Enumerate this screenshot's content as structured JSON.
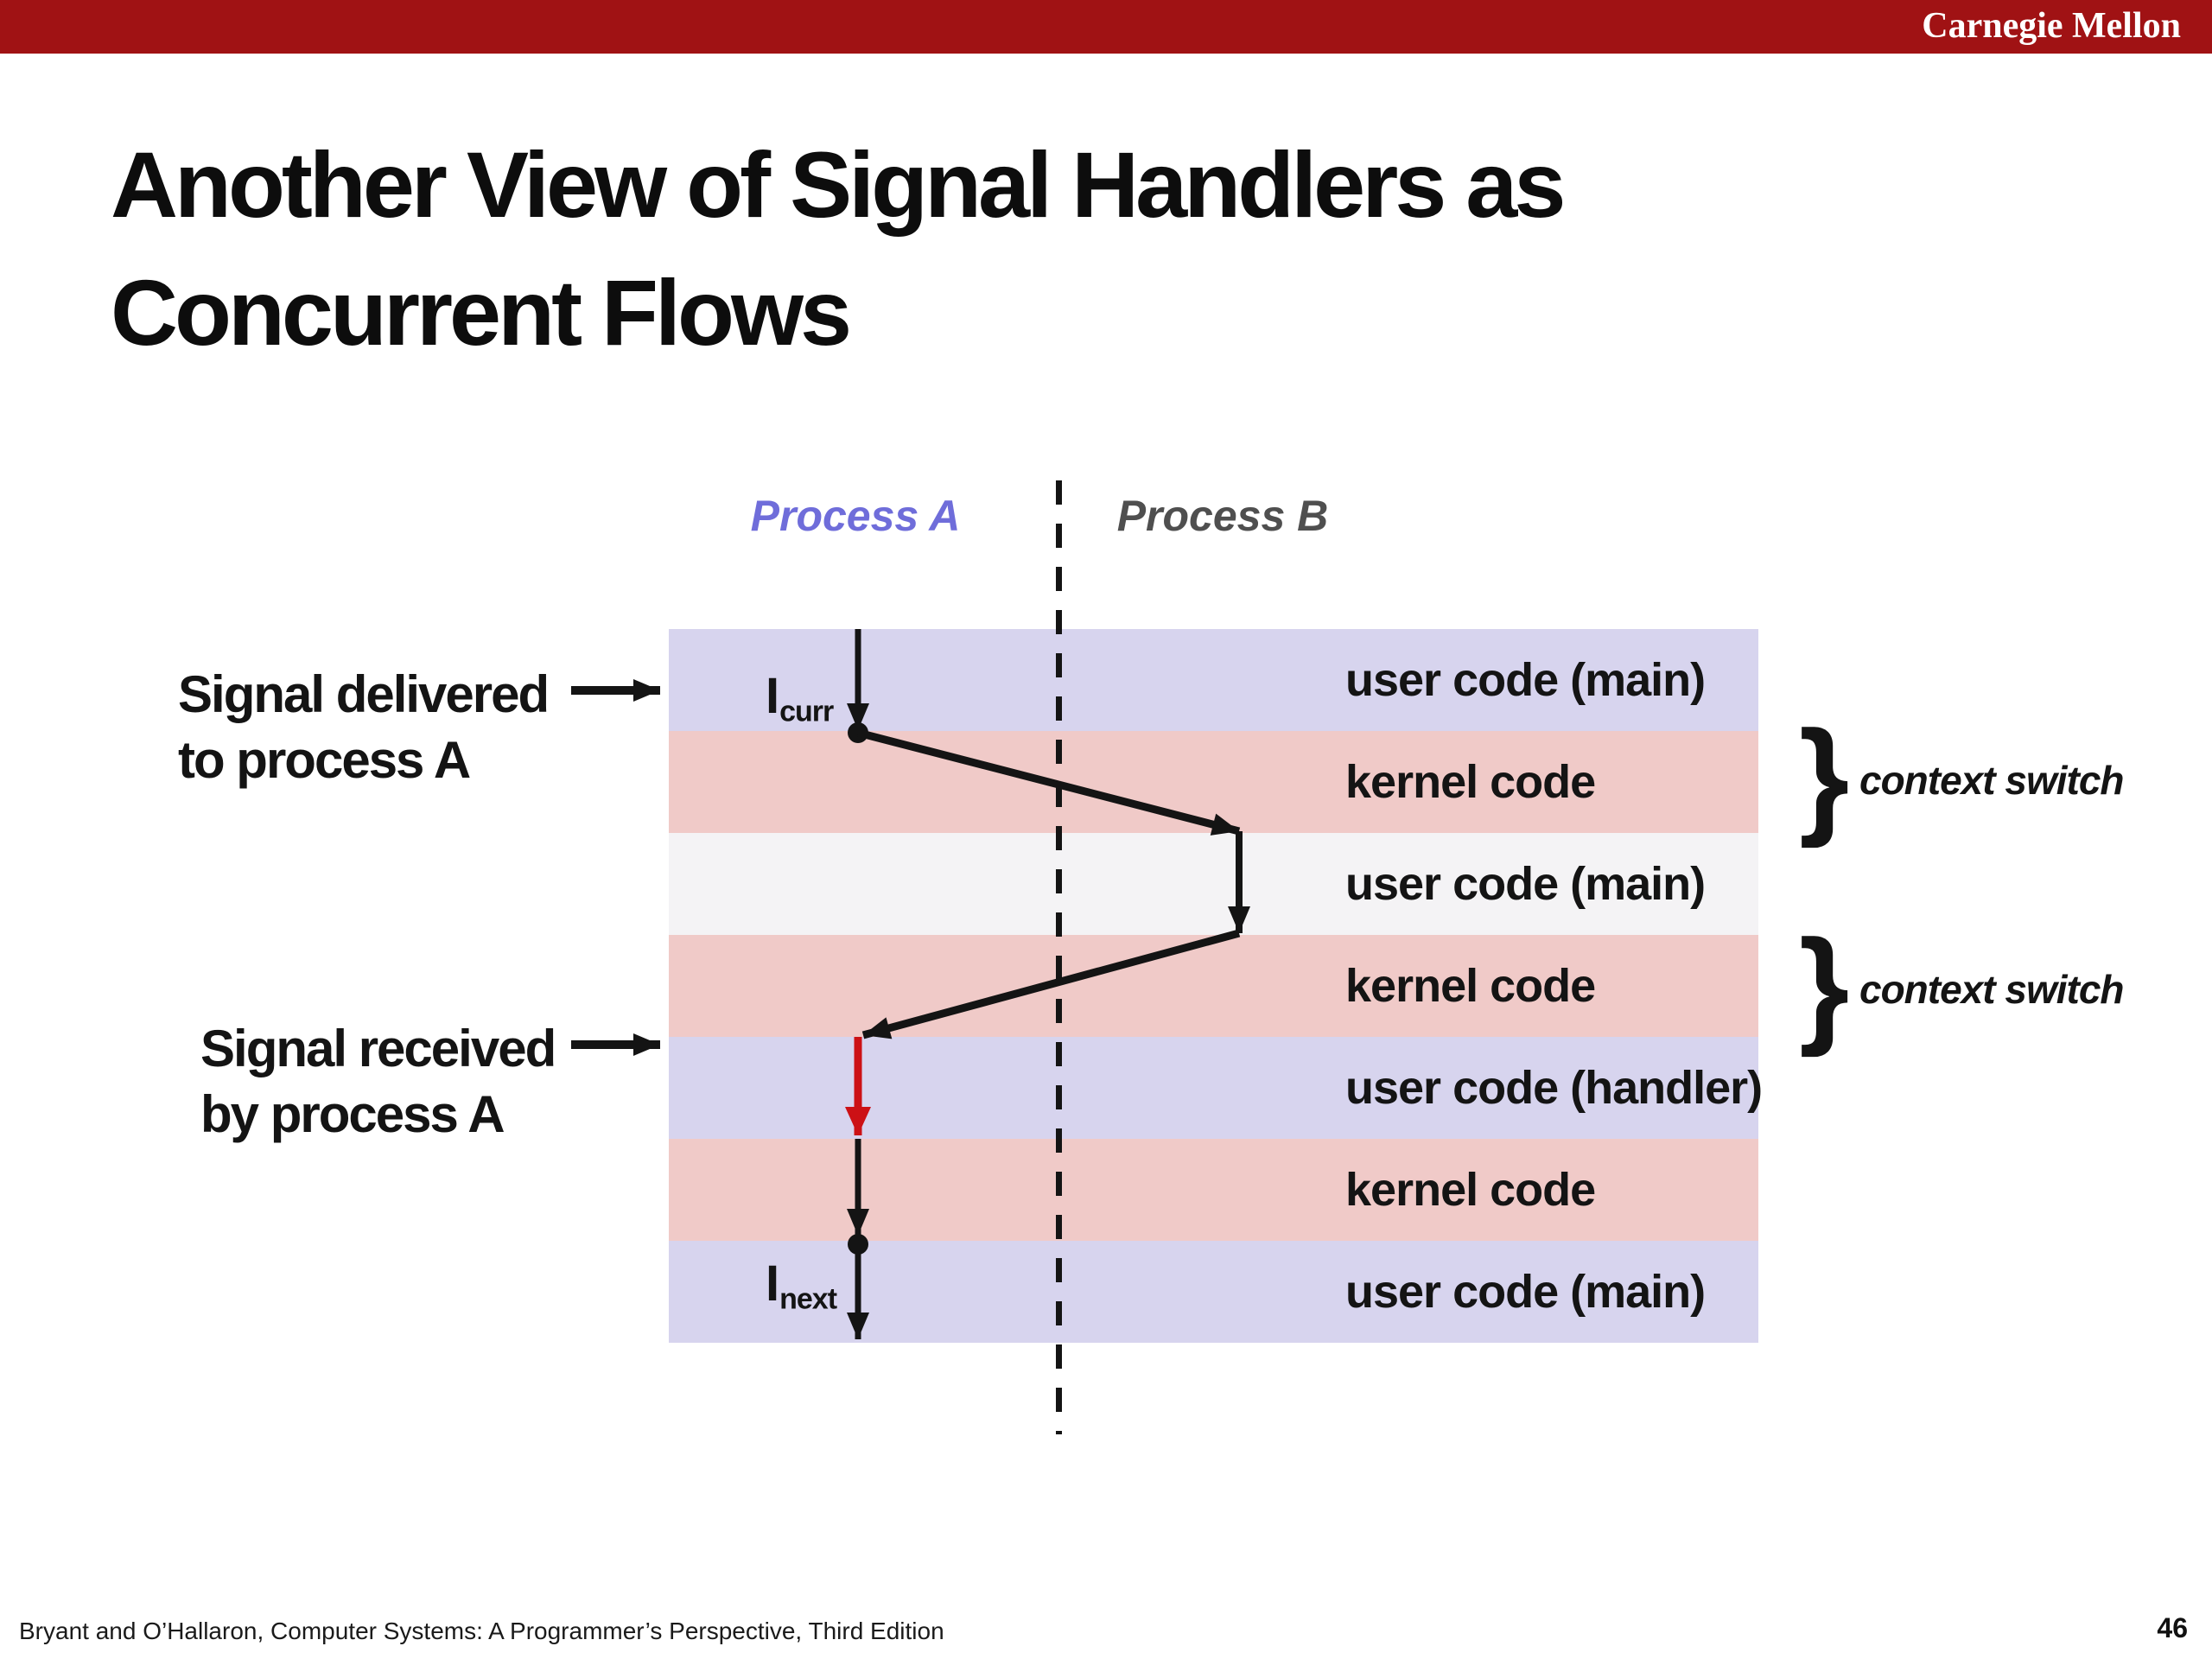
{
  "header": {
    "brand": "Carnegie Mellon"
  },
  "title": {
    "line1": "Another View of Signal Handlers as",
    "line2": "Concurrent Flows"
  },
  "diagram": {
    "process_a": "Process A",
    "process_b": "Process B",
    "bands": [
      {
        "label": "user code (main)",
        "type": "user"
      },
      {
        "label": "kernel code",
        "type": "kernel"
      },
      {
        "label": "user code (main)",
        "type": "neutral"
      },
      {
        "label": "kernel code",
        "type": "kernel"
      },
      {
        "label": "user code (handler)",
        "type": "user"
      },
      {
        "label": "kernel code",
        "type": "kernel"
      },
      {
        "label": "user code (main)",
        "type": "user"
      }
    ],
    "annotations": {
      "signal_delivered_line1": "Signal delivered",
      "signal_delivered_line2": "to process A",
      "signal_received_line1": "Signal received",
      "signal_received_line2": "by process A",
      "icurr_base": "I",
      "icurr_sub": "curr",
      "inext_base": "I",
      "inext_sub": "next",
      "context_switch_1": "context switch",
      "context_switch_2": "context switch",
      "brace_glyph": "}"
    },
    "colors": {
      "bar_red": "#a01214",
      "user_band": "#d7d4ee",
      "kernel_band": "#f0cac8",
      "neutral_band": "#f4f3f5",
      "process_a": "#6f6dda",
      "process_b": "#4f4f4f",
      "flow_black": "#141414",
      "signal_red": "#cc1115"
    }
  },
  "footer": {
    "citation": "Bryant and O’Hallaron, Computer Systems: A Programmer’s Perspective, Third Edition",
    "page": "46"
  }
}
